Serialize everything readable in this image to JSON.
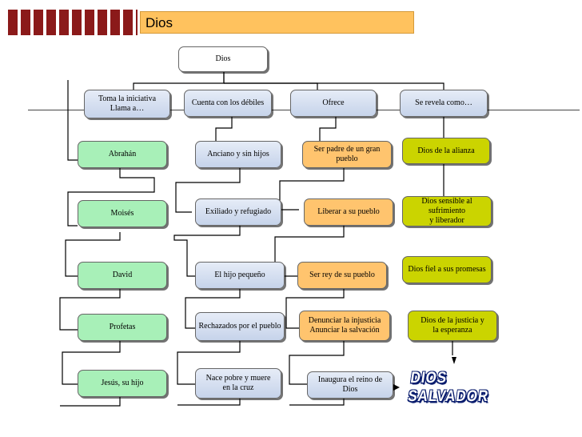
{
  "header": {
    "title": "Dios"
  },
  "root": {
    "label": "Dios"
  },
  "columns": [
    {
      "head": "Toma la iniciativa\nLlama a…",
      "items": [
        "Abrahán",
        "Moisés",
        "David",
        "Profetas",
        "Jesús, su hijo"
      ]
    },
    {
      "head": "Cuenta con los débiles",
      "items": [
        "Anciano y sin hijos",
        "Exiliado y refugiado",
        "El hijo pequeño",
        "Rechazados por el pueblo",
        "Nace pobre y muere\nen la cruz"
      ]
    },
    {
      "head": "Ofrece",
      "items": [
        "Ser padre de un gran pueblo",
        "Liberar a su pueblo",
        "Ser rey de su pueblo",
        "Denunciar la injusticia\nAnunciar la salvación",
        "Inaugura el reino de Dios"
      ]
    },
    {
      "head": "Se revela como…",
      "items": [
        "Dios de la alianza",
        "Dios sensible al sufrimiento\ny liberador",
        "Dios fiel a sus promesas",
        "Dios de la justicia y\nla esperanza"
      ]
    }
  ],
  "final": {
    "label": "DIOS SALVADOR"
  },
  "colors": {
    "title_bar": "#ffc25e",
    "stripe": "#8b1a1a",
    "green": "#a8f0b8",
    "blue": "#c6d3ea",
    "orange": "#ffc46e",
    "olive": "#cbd400"
  }
}
